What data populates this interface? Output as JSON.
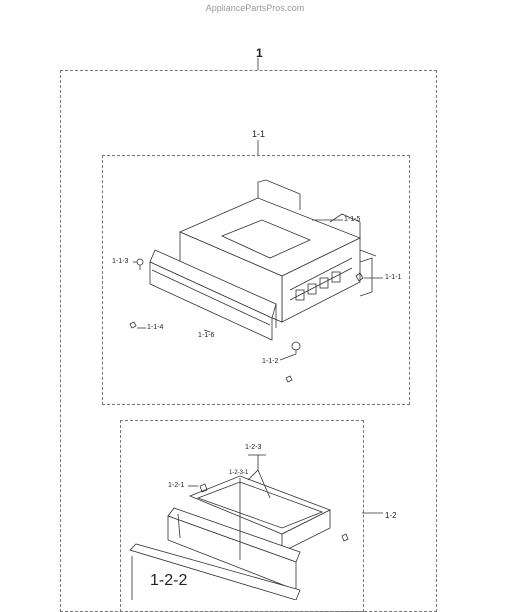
{
  "watermark": "AppliancePartsPros.com",
  "assembly": {
    "label": "1",
    "sub1": {
      "label": "1-1",
      "parts": {
        "p113": "1-1-3",
        "p114": "1-1-4",
        "p115": "1-1-5",
        "p111": "1-1-1",
        "p116": "1-1-6",
        "p112": "1-1-2"
      }
    },
    "sub2": {
      "label": "1-2",
      "parts": {
        "p123": "1-2-3",
        "p1231": "1-2-3-1",
        "p121": "1-2-1",
        "p122": "1-2-2"
      }
    }
  }
}
